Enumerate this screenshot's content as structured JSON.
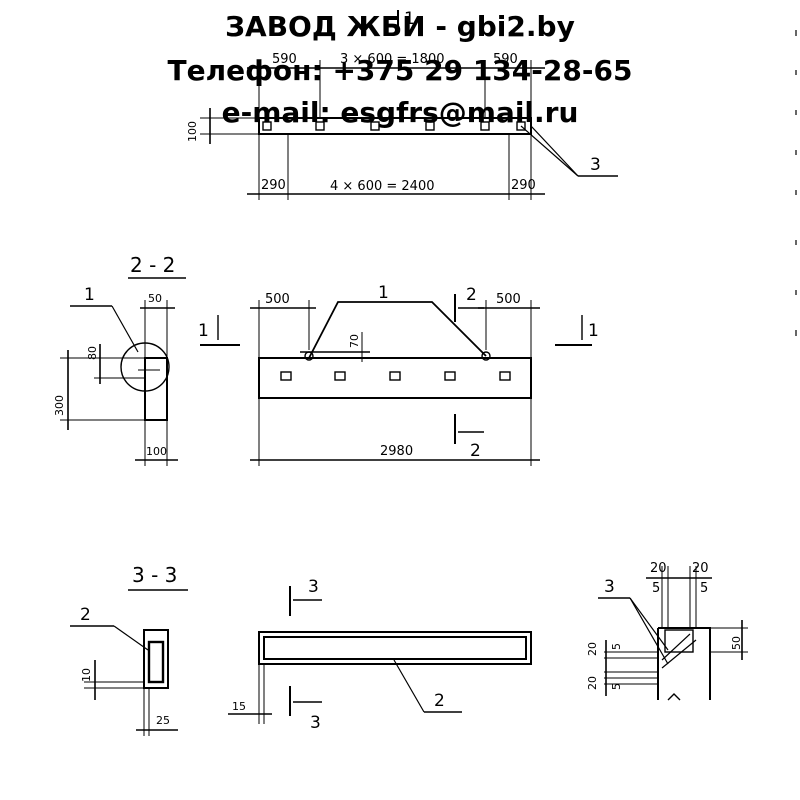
{
  "watermark": {
    "title": "ЗАВОД ЖБИ - gbi2.by",
    "phone": "Телефон: +375 29 134-28-65",
    "email": "e-mail: esgfrs@mail.ru"
  },
  "top_view": {
    "dim_left": "590",
    "dim_middle": "3 × 600 = 1800",
    "dim_right": "590",
    "dim_height": "100",
    "dim_bottom_left": "290",
    "dim_bottom_middle": "4 × 600 = 2400",
    "dim_bottom_right": "290",
    "callout_3": "3",
    "cut_1": "1"
  },
  "section_2_2": {
    "title": "2 - 2",
    "callout_1": "1",
    "dim_50": "50",
    "dim_80": "80",
    "dim_300": "300",
    "dim_100": "100"
  },
  "front_view": {
    "callout_1": "1",
    "dim_left": "500",
    "dim_right": "500",
    "dim_70": "70",
    "dim_length": "2980",
    "cut_1_left": "1",
    "cut_1_right": "1",
    "cut_2_top": "2",
    "cut_2_bottom": "2"
  },
  "section_3_3": {
    "title": "3 - 3",
    "callout_2": "2",
    "dim_10": "10",
    "dim_25": "25"
  },
  "plate_view": {
    "cut_3_top": "3",
    "cut_3_bottom": "3",
    "callout_2": "2",
    "dim_15": "15"
  },
  "detail": {
    "callout_3": "3",
    "dim_20_a": "20",
    "dim_20_b": "20",
    "dim_5_a": "5",
    "dim_5_b": "5",
    "dim_50": "50",
    "dim_20_c": "20",
    "dim_5_c": "5",
    "dim_20_d": "20",
    "dim_5_d": "5"
  }
}
